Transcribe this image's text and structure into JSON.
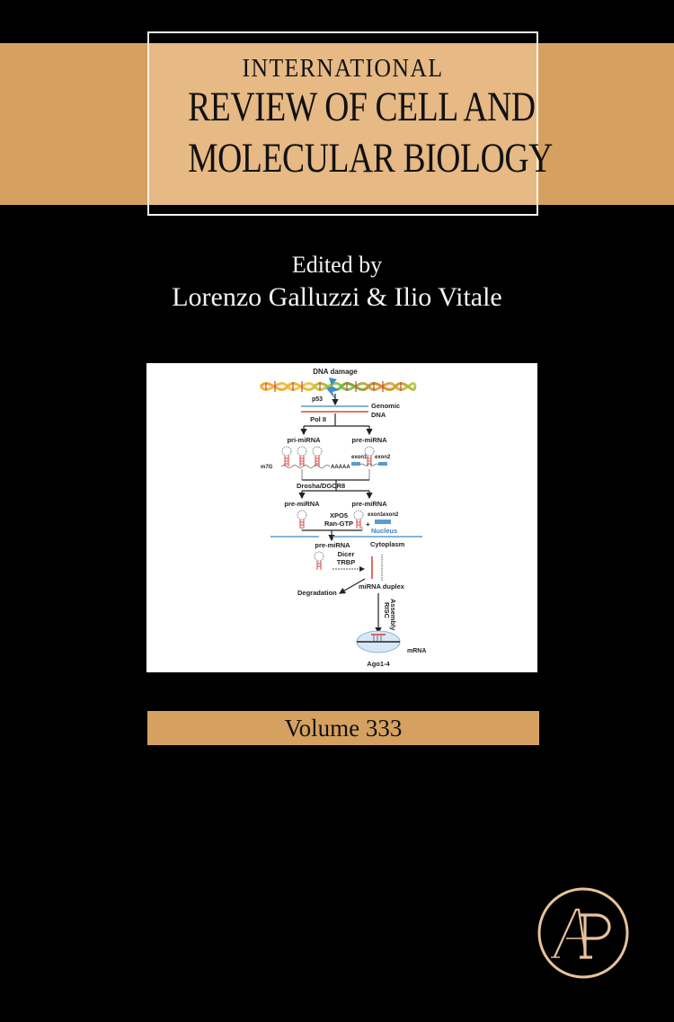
{
  "cover": {
    "series_line1": "INTERNATIONAL",
    "series_line2": "REVIEW OF CELL AND",
    "series_line3": "MOLECULAR BIOLOGY",
    "edited_by": "Edited by",
    "editors": "Lorenzo Galluzzi & Ilio Vitale",
    "volume": "Volume 333",
    "publisher_logo": "AP",
    "colors": {
      "background": "#000000",
      "band": "#D6A160",
      "title_box": "#E6B985",
      "frame": "#FBF5EC",
      "logo": "#E8C29A"
    }
  },
  "figure": {
    "labels": {
      "dna_damage": "DNA damage",
      "p53": "p53",
      "genomic": "Genomic",
      "dna": "DNA",
      "pol2": "Pol II",
      "pri_mirna": "pri-miRNA",
      "pre_mirna_top": "pre-miRNA",
      "cap": "m7G",
      "polya": "AAAAA",
      "exon1": "exon1",
      "exon2": "exon2",
      "drosha": "Drosha/DGCR8",
      "pre_mirna_left": "pre-miRNA",
      "pre_mirna_right": "pre-miRNA",
      "exon1b": "exon1",
      "exon2b": "exon2",
      "plus": "+",
      "xpo5": "XPO5",
      "rangtp": "Ran-GTP",
      "nucleus": "Nucleus",
      "cytoplasm": "Cytoplasm",
      "pre_mirna_cyto": "pre-miRNA",
      "dicer": "Dicer",
      "trbp": "TRBP",
      "degradation": "Degradation",
      "duplex": "miRNA duplex",
      "risc": "RISC",
      "assembly": "Assembly",
      "mrna": "mRNA",
      "ago": "Ago1-4"
    }
  }
}
